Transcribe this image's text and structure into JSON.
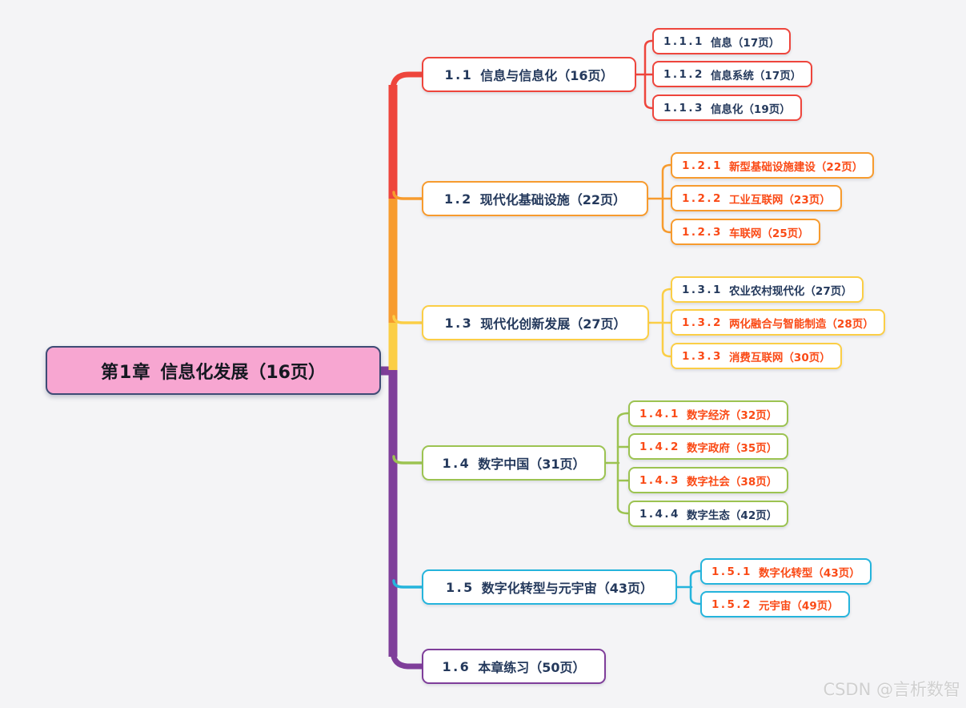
{
  "page": {
    "background": "#f4f4f6",
    "watermark": "CSDN @言析数智"
  },
  "root": {
    "num": "第1章",
    "label": "信息化发展（16页）",
    "fill": "#f7a6d1",
    "border": "#3e4b75",
    "text": "#141820"
  },
  "colors": {
    "text_dark": "#24395c",
    "text_red": "#fa4a16"
  },
  "branches": [
    {
      "num": "1.1",
      "label": "信息与信息化（16页）",
      "color": "#ee453c",
      "children": [
        {
          "num": "1.1.1",
          "label": "信息（17页）",
          "text": "#24395c"
        },
        {
          "num": "1.1.2",
          "label": "信息系统（17页）",
          "text": "#24395c"
        },
        {
          "num": "1.1.3",
          "label": "信息化（19页）",
          "text": "#24395c"
        }
      ]
    },
    {
      "num": "1.2",
      "label": "现代化基础设施（22页）",
      "color": "#f79b2e",
      "children": [
        {
          "num": "1.2.1",
          "label": "新型基础设施建设（22页）",
          "text": "#fa4a16"
        },
        {
          "num": "1.2.2",
          "label": "工业互联网（23页）",
          "text": "#fa4a16"
        },
        {
          "num": "1.2.3",
          "label": "车联网（25页）",
          "text": "#fa4a16"
        }
      ]
    },
    {
      "num": "1.3",
      "label": "现代化创新发展（27页）",
      "color": "#fbce46",
      "children": [
        {
          "num": "1.3.1",
          "label": "农业农村现代化（27页）",
          "text": "#24395c"
        },
        {
          "num": "1.3.2",
          "label": "两化融合与智能制造（28页）",
          "text": "#fa4a16"
        },
        {
          "num": "1.3.3",
          "label": "消费互联网（30页）",
          "text": "#fa4a16"
        }
      ]
    },
    {
      "num": "1.4",
      "label": "数字中国（31页）",
      "color": "#9cc351",
      "children": [
        {
          "num": "1.4.1",
          "label": "数字经济（32页）",
          "text": "#fa4a16"
        },
        {
          "num": "1.4.2",
          "label": "数字政府（35页）",
          "text": "#fa4a16"
        },
        {
          "num": "1.4.3",
          "label": "数字社会（38页）",
          "text": "#fa4a16"
        },
        {
          "num": "1.4.4",
          "label": "数字生态（42页）",
          "text": "#24395c"
        }
      ]
    },
    {
      "num": "1.5",
      "label": "数字化转型与元宇宙（43页）",
      "color": "#25b4dc",
      "children": [
        {
          "num": "1.5.1",
          "label": "数字化转型（43页）",
          "text": "#fa4a16"
        },
        {
          "num": "1.5.2",
          "label": "元宇宙（49页）",
          "text": "#fa4a16"
        }
      ]
    },
    {
      "num": "1.6",
      "label": "本章练习（50页）",
      "color": "#7f3e9a",
      "children": []
    }
  ]
}
